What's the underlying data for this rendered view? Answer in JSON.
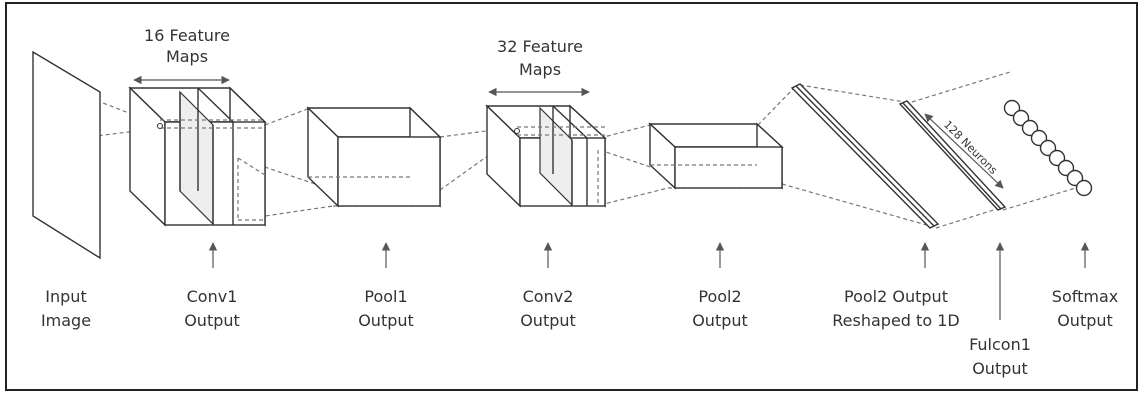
{
  "labels": {
    "input_image": [
      "Input",
      "Image"
    ],
    "conv1_output": [
      "Conv1",
      "Output"
    ],
    "pool1_output": [
      "Pool1",
      "Output"
    ],
    "conv2_output": [
      "Conv2",
      "Output"
    ],
    "pool2_output": [
      "Pool2",
      "Output"
    ],
    "pool2_reshaped": [
      "Pool2 Output",
      "Reshaped to 1D"
    ],
    "fulcon1_output": [
      "Fulcon1",
      "Output"
    ],
    "softmax_output": [
      "Softmax",
      "Output"
    ],
    "feature_maps_16": [
      "16 Feature",
      "Maps"
    ],
    "feature_maps_32": [
      "32 Feature",
      "Maps"
    ],
    "neurons_128": "128 Neurons"
  },
  "colors": {
    "line": "#333333",
    "dash": "#777777",
    "shade": "#eeeeee",
    "frame": "#222222"
  }
}
